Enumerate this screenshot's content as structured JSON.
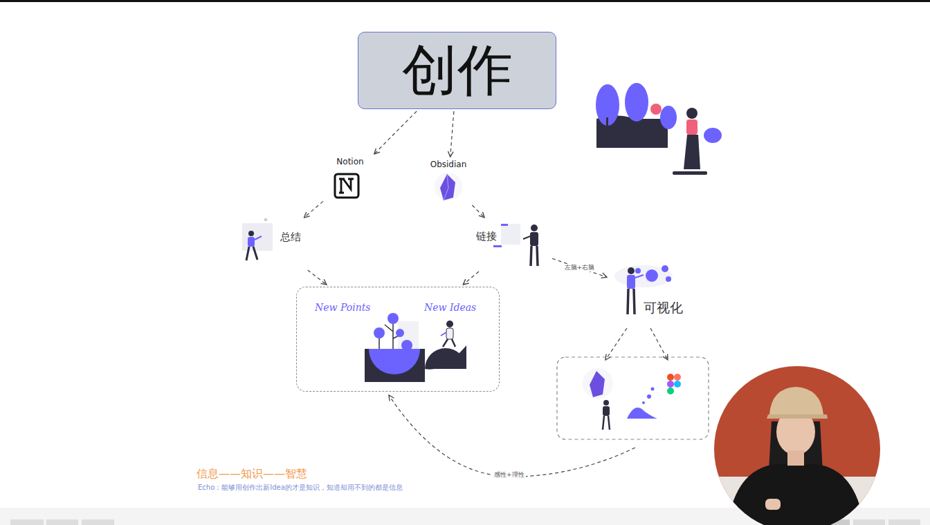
{
  "diagram": {
    "nodes": [
      {
        "text": [
          "创作"
        ]
      },
      {
        "text": [
          "Notion"
        ]
      },
      {
        "text": [
          "Obsidian"
        ]
      },
      {
        "text": [
          "总结"
        ]
      },
      {
        "text": [
          "链接"
        ]
      },
      {
        "text": [
          "可视化"
        ]
      },
      {
        "text": [
          "New Points",
          "New Ideas"
        ]
      }
    ],
    "edges": [
      {
        "from": 0,
        "to": 1,
        "arrow": "to"
      },
      {
        "from": 0,
        "to": 2,
        "arrow": "to"
      },
      {
        "from": 1,
        "to": 3,
        "arrow": "to"
      },
      {
        "from": 2,
        "to": 4,
        "arrow": "to"
      },
      {
        "from": 3,
        "to": 6,
        "arrow": "to"
      },
      {
        "from": 4,
        "to": 6,
        "arrow": "to"
      },
      {
        "from": 4,
        "to": 5,
        "label": "左脑+右脑",
        "arrow": "to"
      }
    ],
    "labels": [
      "感性+理性",
      "信息——知识——智慧",
      "Echo：能够用创作出新Idea的才是知识，知道却用不到的都是信息"
    ]
  }
}
